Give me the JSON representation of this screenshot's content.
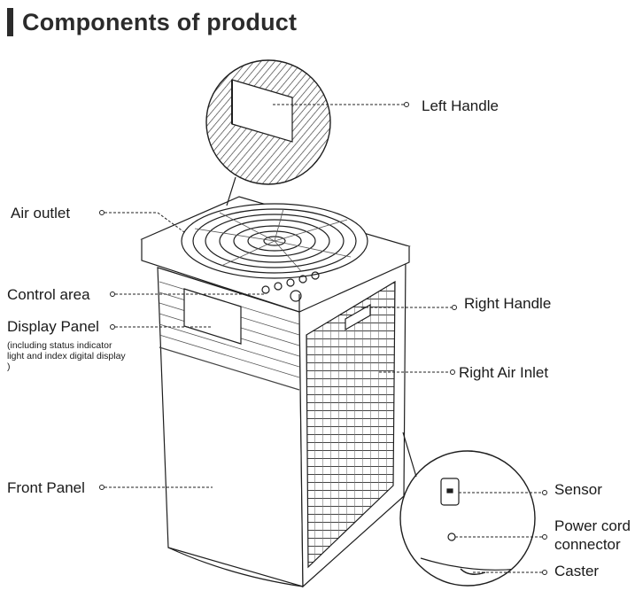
{
  "heading": "Components of product",
  "labels": {
    "left_handle": "Left Handle",
    "air_outlet": "Air outlet",
    "control_area": "Control area",
    "display_panel": "Display Panel",
    "display_panel_note": "(including status indicator light and index digital display )",
    "front_panel": "Front Panel",
    "right_handle": "Right Handle",
    "right_air_inlet": "Right Air Inlet",
    "sensor": "Sensor",
    "power_cord_line1": "Power cord",
    "power_cord_line2": "connector",
    "caster": "Caster"
  }
}
